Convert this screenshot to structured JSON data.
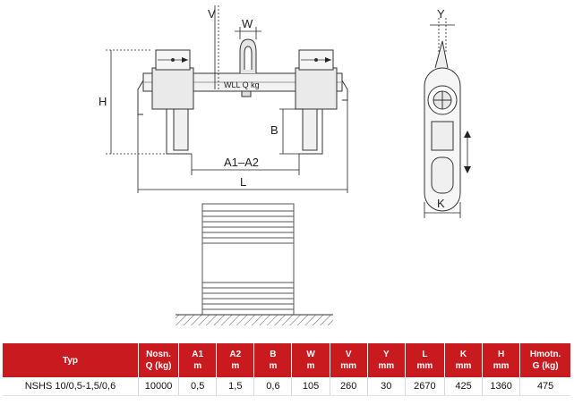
{
  "drawing": {
    "labels": {
      "v": "V",
      "w": "W",
      "h": "H",
      "b": "B",
      "wll": "WLL Q kg",
      "a1a2": "A1–A2",
      "l": "L",
      "y": "Y",
      "k": "K"
    }
  },
  "table": {
    "headers": [
      {
        "top": "Typ",
        "bottom": ""
      },
      {
        "top": "Nosn.",
        "bottom": "Q (kg)"
      },
      {
        "top": "A1",
        "bottom": "m"
      },
      {
        "top": "A2",
        "bottom": "m"
      },
      {
        "top": "B",
        "bottom": "m"
      },
      {
        "top": "W",
        "bottom": "m"
      },
      {
        "top": "V",
        "bottom": "mm"
      },
      {
        "top": "Y",
        "bottom": "mm"
      },
      {
        "top": "L",
        "bottom": "mm"
      },
      {
        "top": "K",
        "bottom": "mm"
      },
      {
        "top": "H",
        "bottom": "mm"
      },
      {
        "top": "Hmotn.",
        "bottom": "G (kg)"
      }
    ],
    "rows": [
      [
        "NSHS 10/0,5-1,5/0,6",
        "10000",
        "0,5",
        "1,5",
        "0,6",
        "105",
        "260",
        "30",
        "2670",
        "425",
        "1360",
        "475"
      ]
    ]
  },
  "colors": {
    "header_bg": "#c81a1f",
    "header_text": "#ffffff"
  }
}
